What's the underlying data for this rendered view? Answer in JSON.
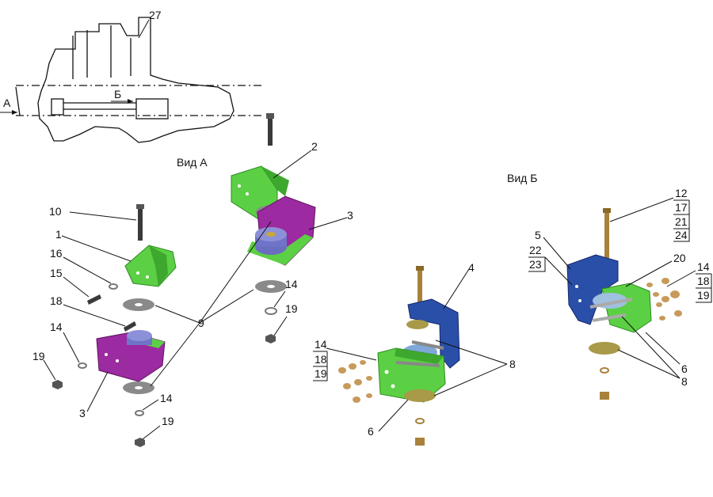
{
  "views": {
    "view_a": "Вид А",
    "view_b": "Вид Б",
    "arrow_a": "А",
    "arrow_b": "Б"
  },
  "labels": {
    "p27": "27",
    "p2": "2",
    "p3_top": "3",
    "p10": "10",
    "p1": "1",
    "p16": "16",
    "p15": "15",
    "p18_left": "18",
    "p14_left": "14",
    "p19_left": "19",
    "p3_left": "3",
    "p9": "9",
    "p14_mid": "14",
    "p19_mid": "19",
    "p14_bot": "14",
    "p19_bot": "19",
    "p4": "4",
    "p8_mid": "8",
    "p6_mid": "6",
    "p14_b": "14",
    "p18_b": "18",
    "p19_b": "19",
    "p12": "12",
    "p17": "17",
    "p21": "21",
    "p24": "24",
    "p5": "5",
    "p22": "22",
    "p23": "23",
    "p20": "20",
    "p14_r": "14",
    "p18_r": "18",
    "p19_r": "19",
    "p6_right": "6",
    "p8_right": "8"
  },
  "colors": {
    "green": "#5cd044",
    "green_dark": "#2f8a22",
    "purple": "#9c2aa0",
    "purple_dark": "#5e1560",
    "blue": "#2a4fa8",
    "blue_dark": "#16296a",
    "rubber": "#7074c8",
    "washer": "#8a8a8a",
    "brass": "#a8823a",
    "bolt": "#3a3a3a"
  }
}
